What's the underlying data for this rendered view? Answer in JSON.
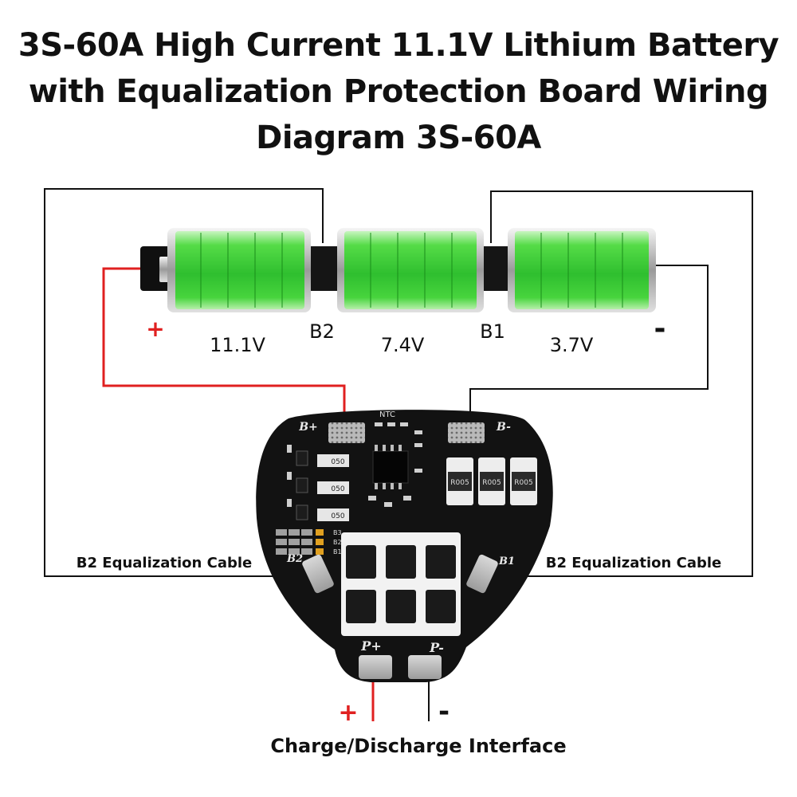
{
  "title": {
    "line1": "3S-60A High Current 11.1V Lithium Battery",
    "line2": "with Equalization Protection Board Wiring",
    "line3": "Diagram 3S-60A"
  },
  "battery_labels": {
    "plus": "+",
    "v1": "11.1V",
    "b2": "B2",
    "v2": "7.4V",
    "b1": "B1",
    "v3": "3.7V",
    "minus": "-"
  },
  "board": {
    "ntc": "NTC",
    "pad_b_plus": "B+",
    "pad_b_minus": "B-",
    "pad_b2": "B2",
    "pad_b1": "B1",
    "pad_p_plus": "P+",
    "pad_p_minus": "P-",
    "resistor_label": "R005",
    "smd_label": "050",
    "tag_b3": "B3",
    "tag_b2": "B2",
    "tag_b1": "B1"
  },
  "cables": {
    "left": "B2 Equalization Cable",
    "right": "B2 Equalization Cable"
  },
  "interface": {
    "plus": "+",
    "minus": "-",
    "label": "Charge/Discharge Interface"
  },
  "colors": {
    "battery_green": "#3ec93e",
    "wire_red": "#e02020",
    "wire_black": "#111111",
    "pcb": "#121212"
  }
}
